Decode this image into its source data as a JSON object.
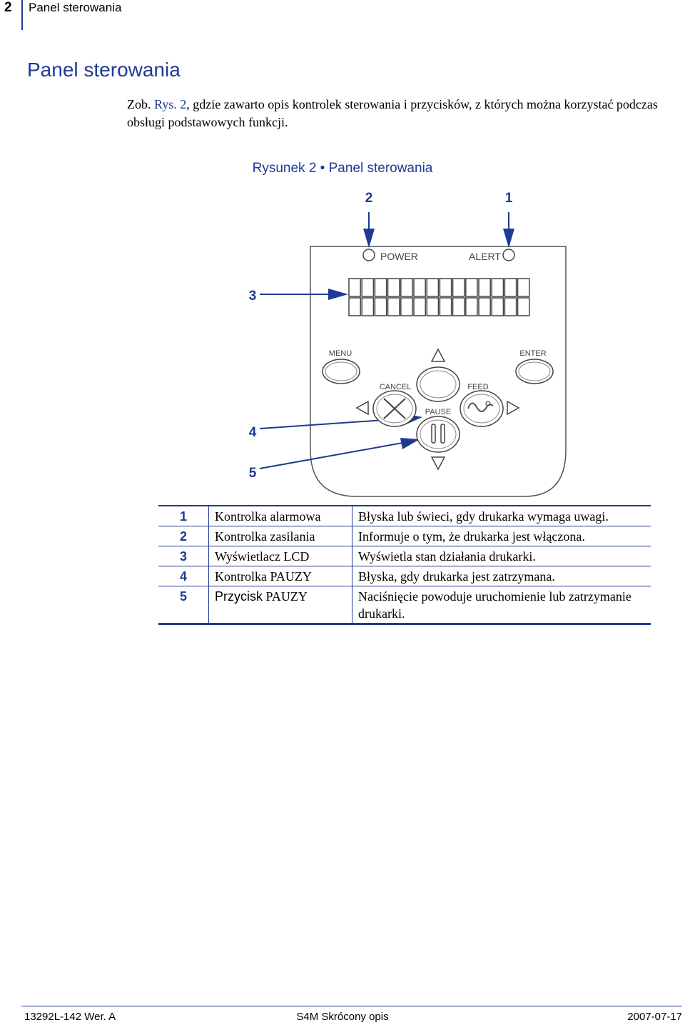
{
  "header": {
    "page_number": "2",
    "section": "Panel sterowania"
  },
  "title": "Panel sterowania",
  "intro": {
    "before": "Zob. ",
    "xref": "Rys. 2",
    "after": ", gdzie zawarto opis kontrolek sterowania i przycisków, z których można korzystać podczas obsługi podstawowych funkcji."
  },
  "figure": {
    "caption": "Rysunek 2 • Panel sterowania",
    "callouts": [
      "1",
      "2",
      "3",
      "4",
      "5"
    ],
    "labels": {
      "power": "POWER",
      "alert": "ALERT",
      "menu": "MENU",
      "enter": "ENTER",
      "cancel": "CANCEL",
      "feed": "FEED",
      "pause": "PAUSE"
    }
  },
  "legend": [
    {
      "num": "1",
      "item": "Kontrolka alarmowa",
      "desc": "Błyska lub świeci, gdy drukarka wymaga uwagi."
    },
    {
      "num": "2",
      "item": "Kontrolka zasilania",
      "desc": "Informuje o tym, że drukarka jest włączona."
    },
    {
      "num": "3",
      "item": "Wyświetlacz LCD",
      "desc": "Wyświetla stan działania drukarki."
    },
    {
      "num": "4",
      "item": "Kontrolka PAUZY",
      "desc": "Błyska, gdy drukarka jest zatrzymana."
    },
    {
      "num": "5",
      "item_prefix": "Przycisk",
      "item_suffix": " PAUZY",
      "desc": "Naciśnięcie powoduje uruchomienie lub zatrzymanie drukarki."
    }
  ],
  "footer": {
    "left": "13292L-142 Wer. A",
    "center": "S4M Skrócony opis",
    "right": "2007-07-17"
  },
  "colors": {
    "accent": "#1f3a93"
  }
}
